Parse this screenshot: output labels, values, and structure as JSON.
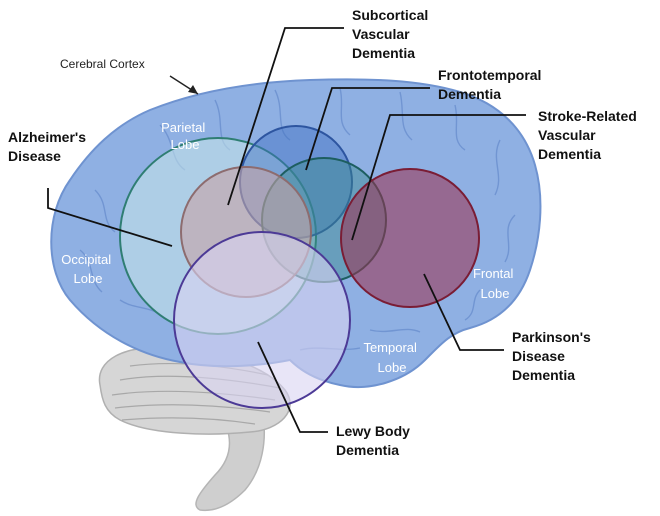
{
  "diagram": {
    "cortex_label": "Cerebral Cortex",
    "lobes": {
      "parietal": [
        "Parietal",
        "Lobe"
      ],
      "occipital": [
        "Occipital",
        "Lobe"
      ],
      "frontal": [
        "Frontal",
        "Lobe"
      ],
      "temporal": [
        "Temporal",
        "Lobe"
      ]
    },
    "dementias": {
      "alzheimers": [
        "Alzheimer's",
        "Disease"
      ],
      "subcortical": [
        "Subcortical",
        "Vascular",
        "Dementia"
      ],
      "frontotemporal": [
        "Frontotemporal",
        "Dementia"
      ],
      "stroke": [
        "Stroke-Related",
        "Vascular",
        "Dementia"
      ],
      "parkinsons": [
        "Parkinson's",
        "Disease",
        "Dementia"
      ],
      "lewy": [
        "Lewy Body",
        "Dementia"
      ]
    },
    "colors": {
      "brain": "#8fb0e3",
      "brain_edge": "#6f93d0",
      "cerebellum": "#d4d4d4",
      "alzheimers": "#c9e8ea",
      "subcortical": "#c7a3a6",
      "frontotemporal": "#3f6fc0",
      "stroke": "#3a8a8c",
      "parkinsons": "#9c2f4e",
      "lewy": "#d8d4f2"
    }
  }
}
